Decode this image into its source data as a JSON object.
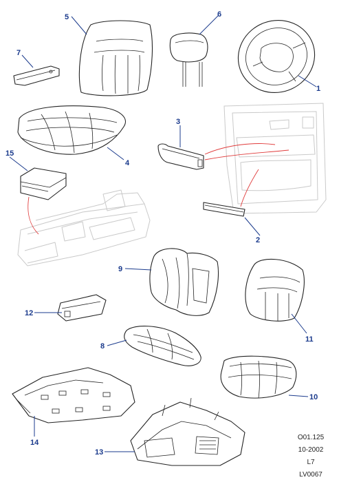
{
  "callouts": [
    {
      "id": "1",
      "label": "1"
    },
    {
      "id": "2",
      "label": "2"
    },
    {
      "id": "3",
      "label": "3"
    },
    {
      "id": "4",
      "label": "4"
    },
    {
      "id": "5",
      "label": "5"
    },
    {
      "id": "6",
      "label": "6"
    },
    {
      "id": "7",
      "label": "7"
    },
    {
      "id": "8",
      "label": "8"
    },
    {
      "id": "9",
      "label": "9"
    },
    {
      "id": "10",
      "label": "10"
    },
    {
      "id": "11",
      "label": "11"
    },
    {
      "id": "12",
      "label": "12"
    },
    {
      "id": "13",
      "label": "13"
    },
    {
      "id": "14",
      "label": "14"
    },
    {
      "id": "15",
      "label": "15"
    }
  ],
  "footer": {
    "line1": "O01.125",
    "line2": "10-2002",
    "line3": "L7",
    "line4": "LV0067"
  },
  "colors": {
    "callout": "#1a3a8c",
    "leader_red": "#e03a3a",
    "ghost": "#c9c9c9",
    "ink": "#222222"
  }
}
